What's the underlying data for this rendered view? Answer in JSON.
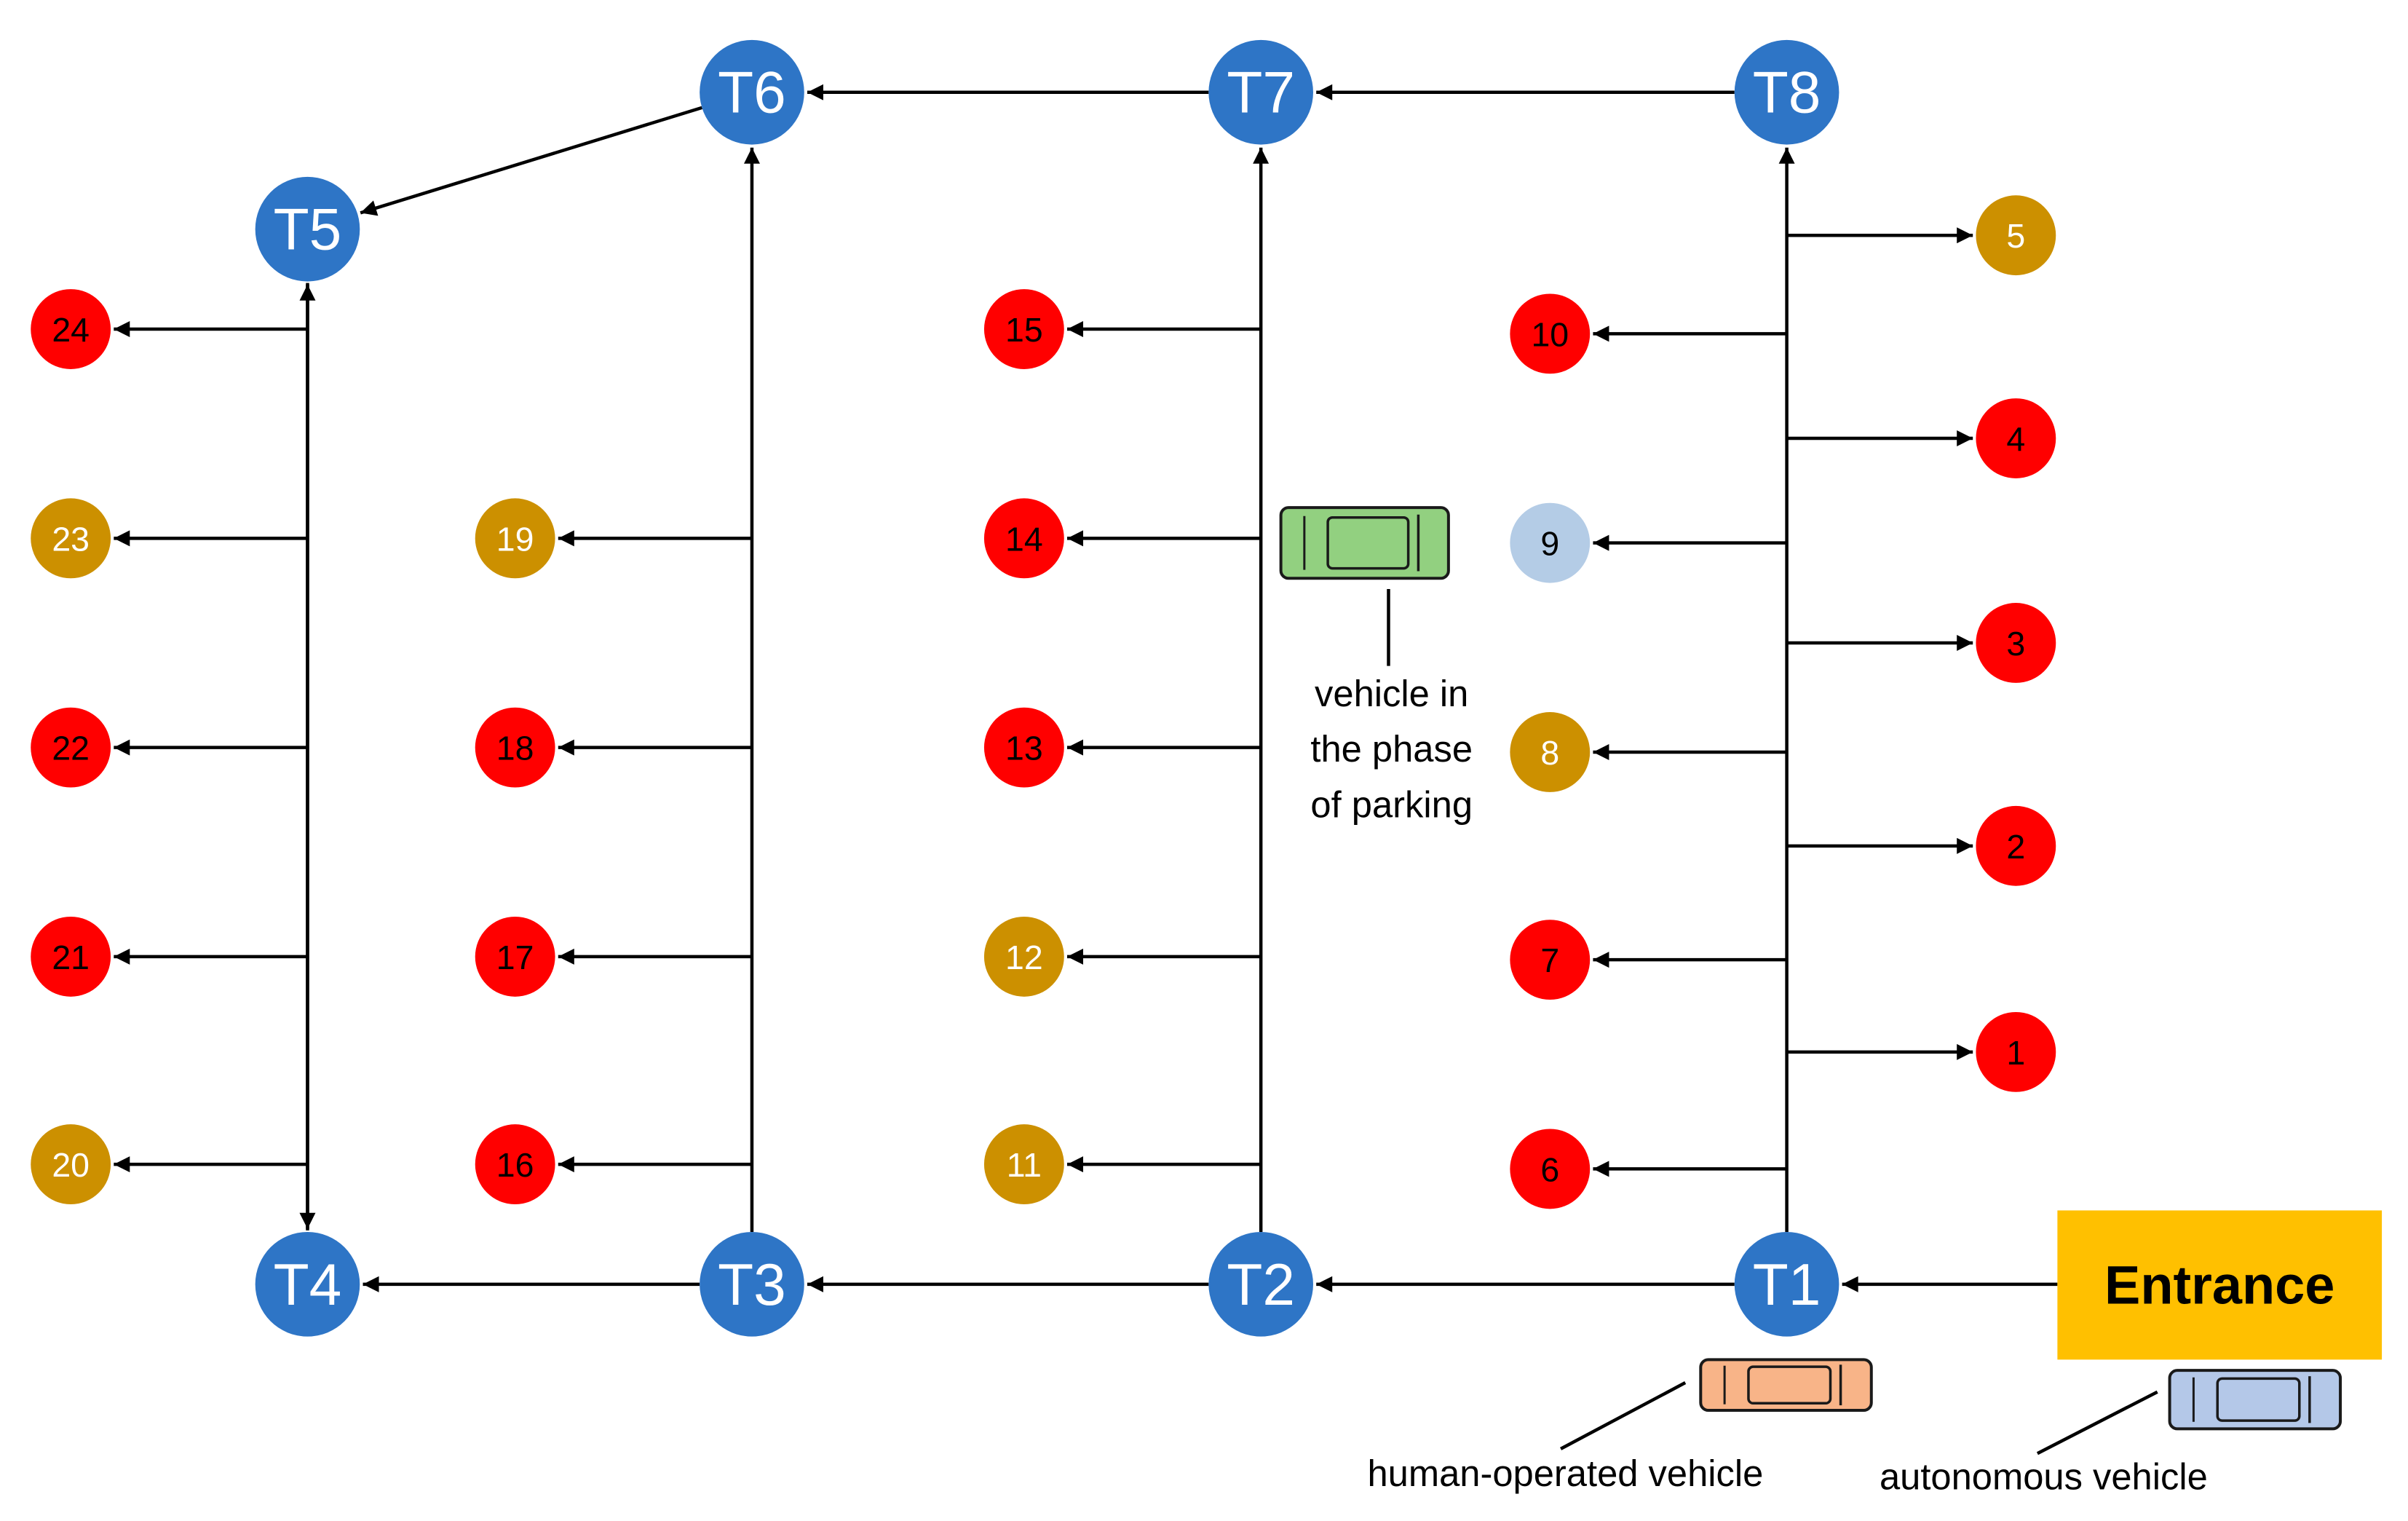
{
  "colors": {
    "terminal": "#2E75C6",
    "occupied": "#FF0000",
    "reserved": "#CC9000",
    "free": "#B4CCE6",
    "entrance": "#FFC000",
    "arrow": "#000000"
  },
  "terminals": [
    {
      "id": "T1"
    },
    {
      "id": "T2"
    },
    {
      "id": "T3"
    },
    {
      "id": "T4"
    },
    {
      "id": "T5"
    },
    {
      "id": "T6"
    },
    {
      "id": "T7"
    },
    {
      "id": "T8"
    }
  ],
  "spots": [
    {
      "id": "1",
      "status": "occupied"
    },
    {
      "id": "2",
      "status": "occupied"
    },
    {
      "id": "3",
      "status": "occupied"
    },
    {
      "id": "4",
      "status": "occupied"
    },
    {
      "id": "5",
      "status": "reserved"
    },
    {
      "id": "6",
      "status": "occupied"
    },
    {
      "id": "7",
      "status": "occupied"
    },
    {
      "id": "8",
      "status": "reserved"
    },
    {
      "id": "9",
      "status": "free"
    },
    {
      "id": "10",
      "status": "occupied"
    },
    {
      "id": "11",
      "status": "reserved"
    },
    {
      "id": "12",
      "status": "reserved"
    },
    {
      "id": "13",
      "status": "occupied"
    },
    {
      "id": "14",
      "status": "occupied"
    },
    {
      "id": "15",
      "status": "occupied"
    },
    {
      "id": "16",
      "status": "occupied"
    },
    {
      "id": "17",
      "status": "occupied"
    },
    {
      "id": "18",
      "status": "occupied"
    },
    {
      "id": "19",
      "status": "reserved"
    },
    {
      "id": "20",
      "status": "reserved"
    },
    {
      "id": "21",
      "status": "occupied"
    },
    {
      "id": "22",
      "status": "occupied"
    },
    {
      "id": "23",
      "status": "reserved"
    },
    {
      "id": "24",
      "status": "occupied"
    }
  ],
  "entrance": {
    "label": "Entrance"
  },
  "vehicles": {
    "parking": {
      "label_lines": [
        "vehicle in",
        "the phase",
        "of parking"
      ],
      "color": "#92D080"
    },
    "human": {
      "label": "human-operated vehicle",
      "color": "#F8B488"
    },
    "autonomous": {
      "label": "autonomous vehicle",
      "color": "#B4C8E8"
    }
  }
}
